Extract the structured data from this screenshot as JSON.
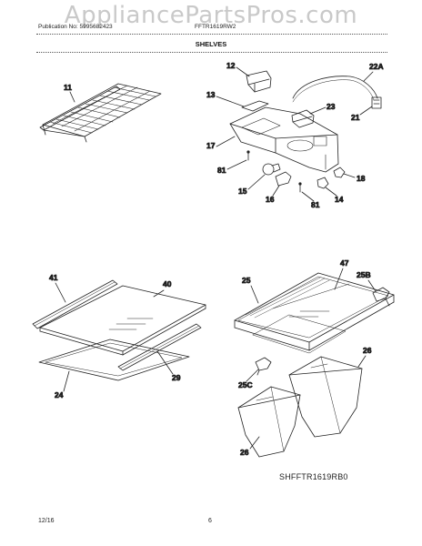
{
  "watermark": "AppliancePartsPros.com",
  "header": {
    "publication": "Publication No: 5995682423",
    "model": "FFTR1619RW2"
  },
  "section_title": "SHELVES",
  "callouts": {
    "c11": "11",
    "c12": "12",
    "c22A": "22A",
    "c13": "13",
    "c23": "23",
    "c21": "21",
    "c17": "17",
    "c81a": "81",
    "c18": "18",
    "c15": "15",
    "c16": "16",
    "c14": "14",
    "c81b": "81",
    "c41": "41",
    "c40": "40",
    "c29": "29",
    "c24": "24",
    "c47": "47",
    "c25": "25",
    "c25B": "25B",
    "c26a": "26",
    "c25C": "25C",
    "c26b": "26"
  },
  "diagram_code": "SHFFTR1619RB0",
  "footer": {
    "date": "12/16",
    "page": "6"
  }
}
